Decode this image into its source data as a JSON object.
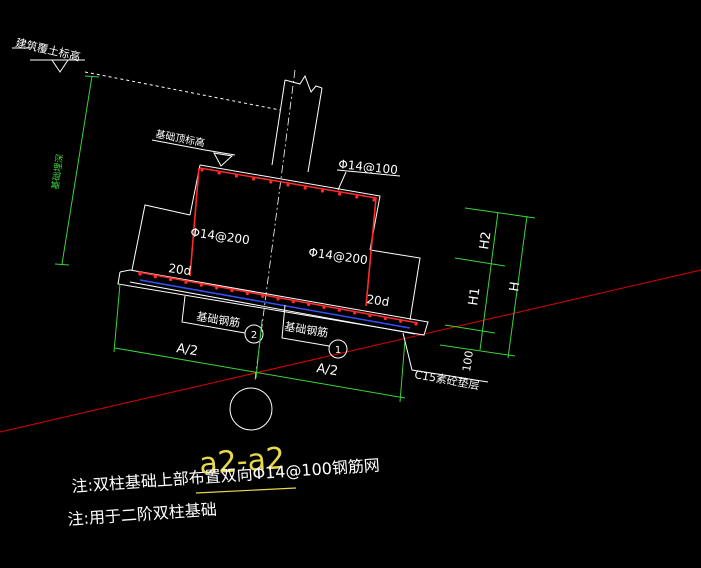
{
  "drawing": {
    "section_title": "a2-a2",
    "notes": [
      "注:双柱基础上部布置双向Φ14@100钢筋网",
      "注:用于二阶双柱基础"
    ],
    "labels": {
      "building_floor_elevation": "建筑覆土标高",
      "foundation_top_elevation": "基础顶标高",
      "side_dimension": "基础埋深",
      "top_rebar": "Φ14@100",
      "left_rebar": "Φ14@200",
      "right_rebar": "Φ14@200",
      "anchor_left": "20d",
      "anchor_right": "20d",
      "base_rebar_2": "基础钢筋",
      "base_rebar_1": "基础钢筋",
      "marker_2": "2",
      "marker_1": "1",
      "half_left": "A/2",
      "half_right": "A/2",
      "cushion": "C15素砼垫层",
      "cushion_thickness": "100",
      "h2": "H2",
      "h1": "H1",
      "h_total": "H"
    },
    "colors": {
      "background": "#000000",
      "lines": "#ffffff",
      "dimensions": "#39d43a",
      "rebar": "#ff2a2a",
      "cut_line": "#e00000",
      "title": "#e8d84a"
    }
  }
}
